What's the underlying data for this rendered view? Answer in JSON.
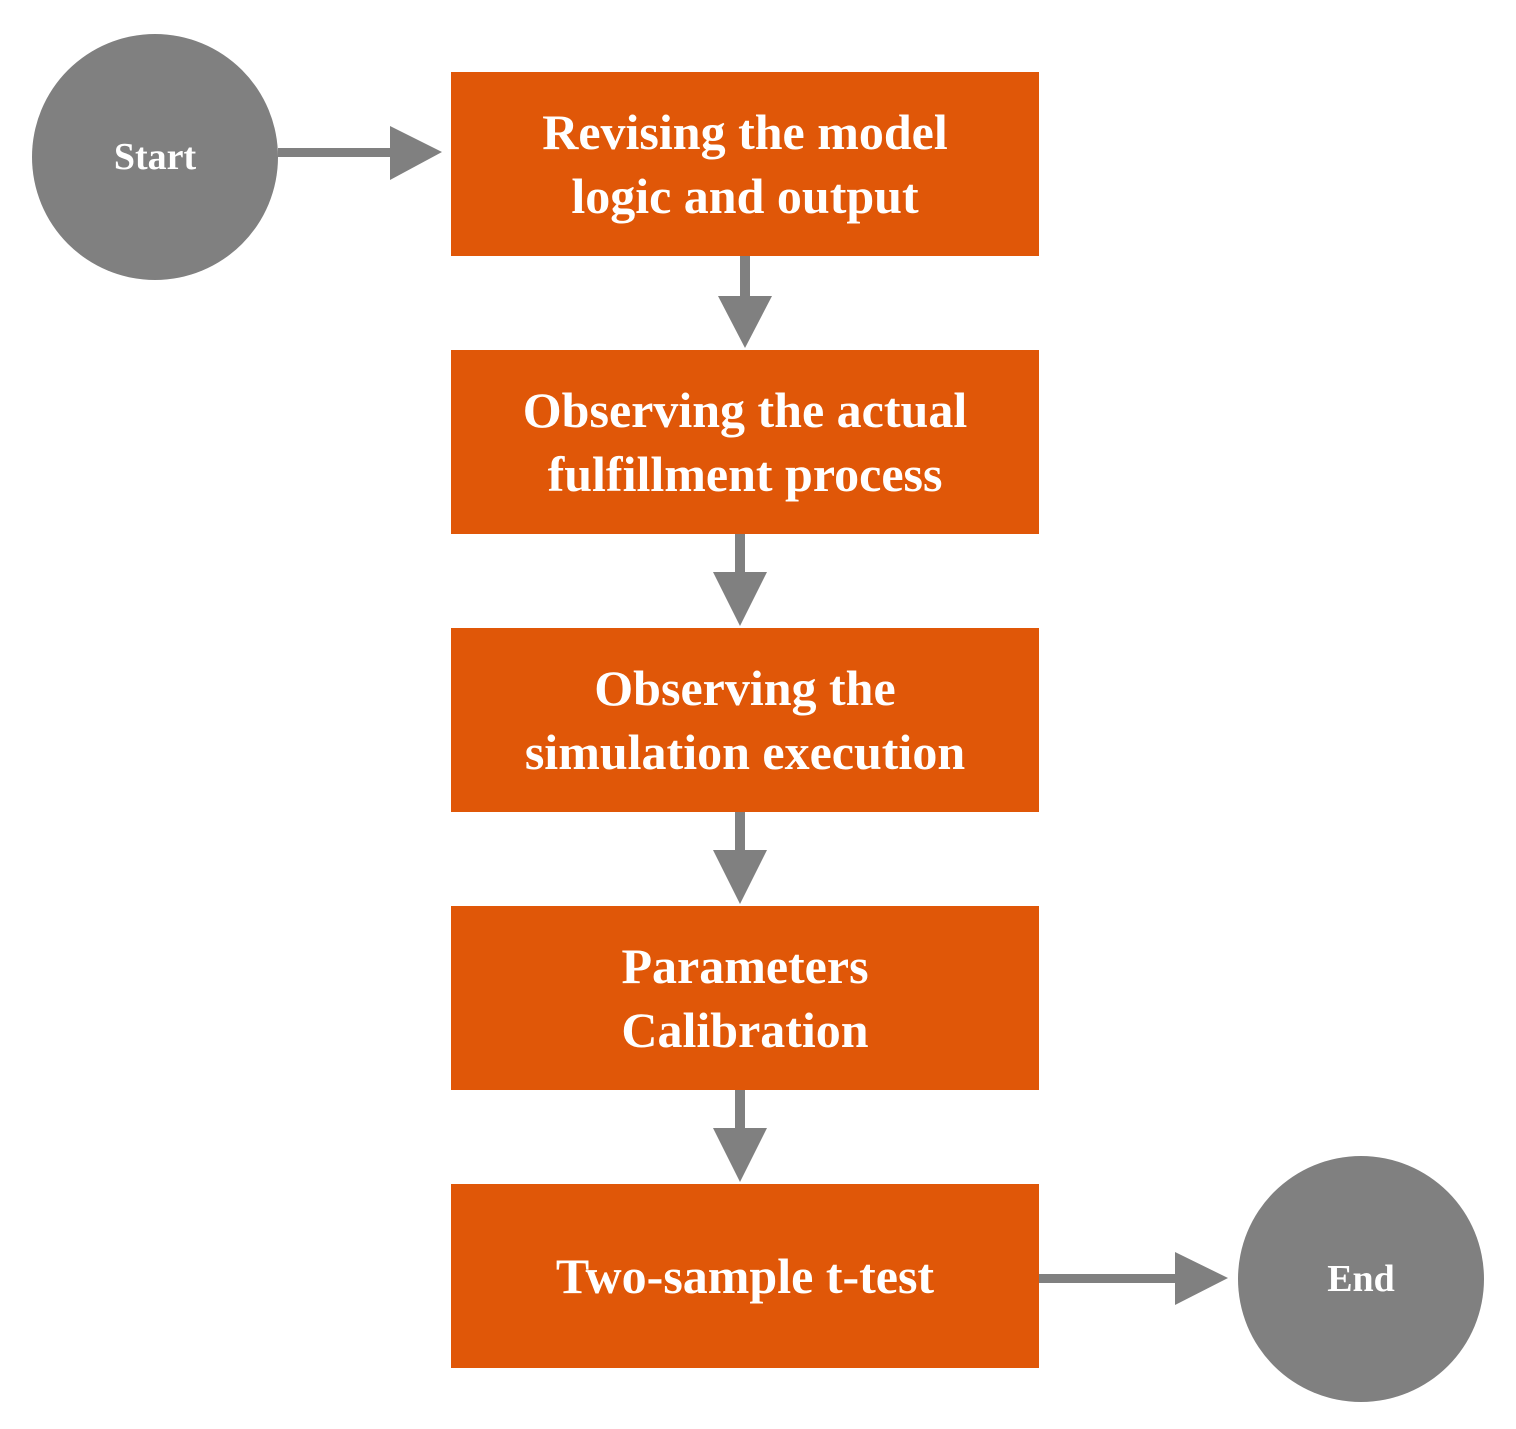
{
  "colors": {
    "step_fill": "#e05708",
    "terminal_fill": "#808080",
    "arrow": "#808080",
    "text": "#ffffff"
  },
  "start": {
    "label": "Start"
  },
  "end": {
    "label": "End"
  },
  "steps": [
    {
      "line1": "Revising the model",
      "line2": "logic and output"
    },
    {
      "line1": "Observing the actual",
      "line2": "fulfillment process"
    },
    {
      "line1": "Observing the",
      "line2": "simulation execution"
    },
    {
      "line1": "Parameters",
      "line2": "Calibration"
    },
    {
      "line1": "Two-sample t-test",
      "line2": ""
    }
  ]
}
